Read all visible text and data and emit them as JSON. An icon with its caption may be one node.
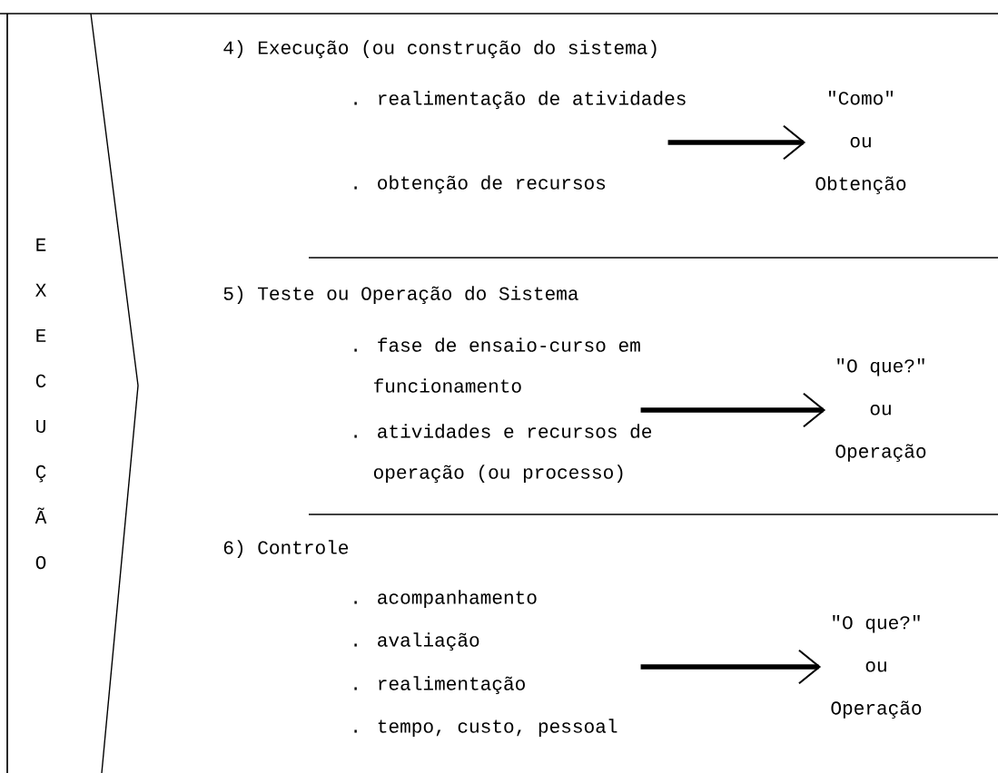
{
  "diagram": {
    "nodes": [
      {
        "text": [
          "E",
          "X",
          "E",
          "C",
          "U",
          "Ç",
          "Ã",
          "O"
        ]
      },
      {
        "text": [
          "4) Execução (ou construção do sistema)",
          ". realimentação de atividades",
          ". obtenção de recursos"
        ]
      },
      {
        "text": [
          "\"Como\"",
          "ou",
          "Obtenção"
        ]
      },
      {
        "text": [
          "5) Teste ou Operação do Sistema",
          ". fase de ensaio-curso em funcionamento",
          ". atividades e recursos de operação (ou processo)"
        ]
      },
      {
        "text": [
          "\"O que?\"",
          "ou",
          "Operação"
        ]
      },
      {
        "text": [
          "6) Controle",
          ". acompanhamento",
          ". avaliação",
          ". realimentação",
          ". tempo, custo, pessoal"
        ]
      },
      {
        "text": [
          "\"O que?\"",
          "ou",
          "Operação"
        ]
      }
    ],
    "edges": [
      {
        "from": 1,
        "to": 2,
        "arrow": "to"
      },
      {
        "from": 3,
        "to": 4,
        "arrow": "to"
      },
      {
        "from": 5,
        "to": 6,
        "arrow": "to"
      }
    ]
  }
}
